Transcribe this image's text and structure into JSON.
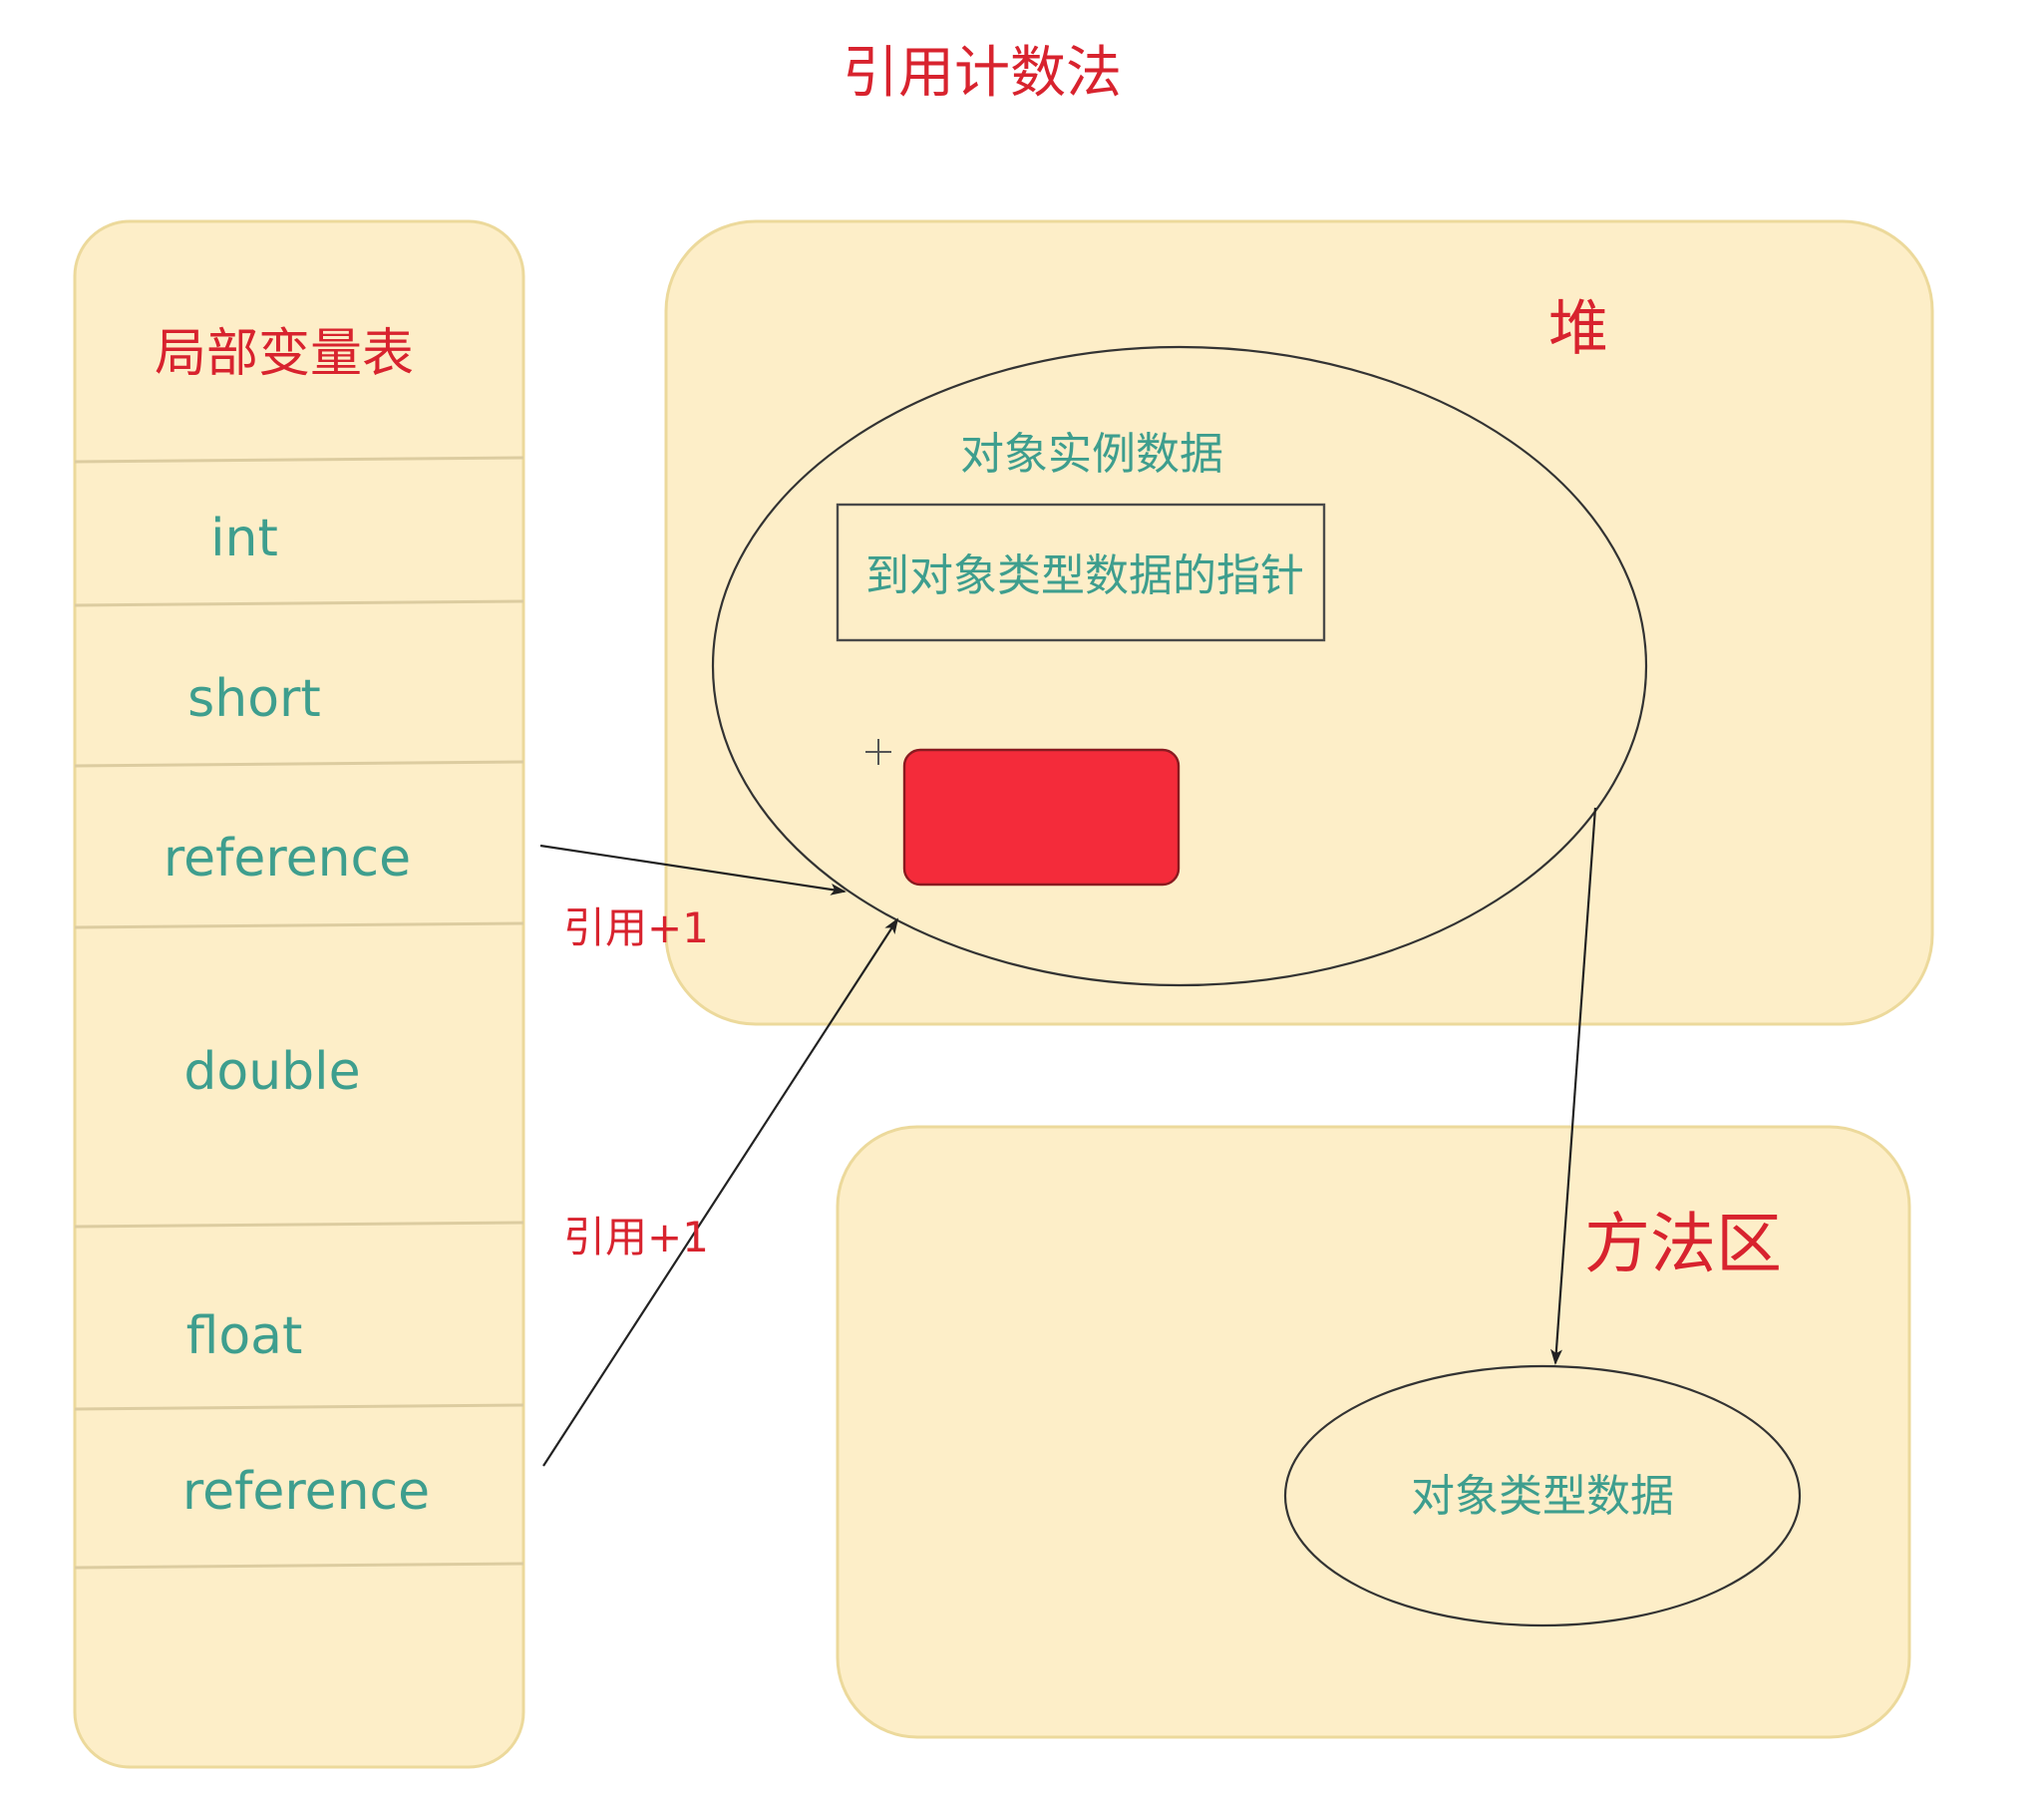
{
  "title": "引用计数法",
  "local_var_table": {
    "header": "局部变量表",
    "rows": [
      "int",
      "short",
      "reference",
      "double",
      "float",
      "reference"
    ]
  },
  "heap": {
    "label": "堆",
    "object_instance_label": "对象实例数据",
    "pointer_label": "到对象类型数据的指针"
  },
  "method_area": {
    "label": "方法区",
    "type_data_label": "对象类型数据"
  },
  "arrows": {
    "ref1_label": "引用+1",
    "ref2_label": "引用+1"
  },
  "colors": {
    "panel_fill": "#fdeec8",
    "heading_red": "#d8232e",
    "label_teal": "#3e9e8e",
    "object_red": "#f42b3a"
  }
}
